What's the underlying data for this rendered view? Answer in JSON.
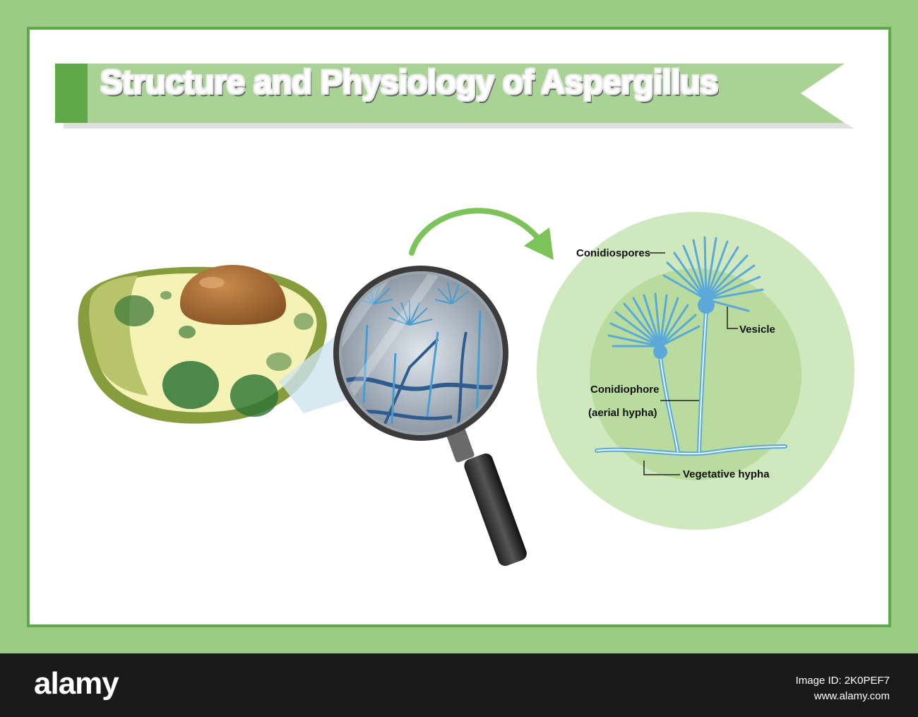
{
  "title": "Structure and Physiology of Aspergillus",
  "labels": {
    "conidiospores": "Conidiospores",
    "vesicle": "Vesicle",
    "conidiophore": "Conidiophore",
    "aerial_hypha": "(aerial hypha)",
    "vegetative_hypha": "Vegetative hypha"
  },
  "footer": {
    "logo": "alamy",
    "image_id_line1": "Image ID: 2K0PEF7",
    "image_id_line2": "www.alamy.com"
  },
  "colors": {
    "frame": "#9acb84",
    "frame_border": "#5fa94a",
    "banner": "#a9d394",
    "banner_tab": "#5fa94a",
    "arrow": "#7cc35a",
    "mold": "#5aa9d8",
    "circle_outer": "#cfe8bd",
    "circle_inner": "#b9dc9e"
  },
  "icons": [
    "magnifying-glass-icon",
    "curved-arrow-icon",
    "avocado-illustration"
  ]
}
